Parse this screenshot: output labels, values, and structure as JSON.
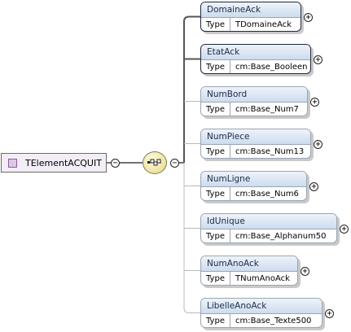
{
  "root": {
    "name": "TElementACQUIT",
    "toggle": "−"
  },
  "sequence": {
    "toggle": "−"
  },
  "type_label": "Type",
  "children": [
    {
      "name": "DomaineAck",
      "type": "TDomaineAck",
      "required": true,
      "toggle": "+"
    },
    {
      "name": "EtatAck",
      "type": "cm:Base_Booleen",
      "required": true,
      "toggle": "+"
    },
    {
      "name": "NumBord",
      "type": "cm:Base_Num7",
      "required": false,
      "toggle": "+"
    },
    {
      "name": "NumPiece",
      "type": "cm:Base_Num13",
      "required": false,
      "toggle": "+"
    },
    {
      "name": "NumLigne",
      "type": "cm:Base_Num6",
      "required": false,
      "toggle": "+"
    },
    {
      "name": "IdUnique",
      "type": "cm:Base_Alphanum50",
      "required": false,
      "toggle": "+"
    },
    {
      "name": "NumAnoAck",
      "type": "TNumAnoAck",
      "required": false,
      "toggle": "+"
    },
    {
      "name": "LibelleAnoAck",
      "type": "cm:Base_Texte500",
      "required": false,
      "toggle": "+"
    }
  ]
}
